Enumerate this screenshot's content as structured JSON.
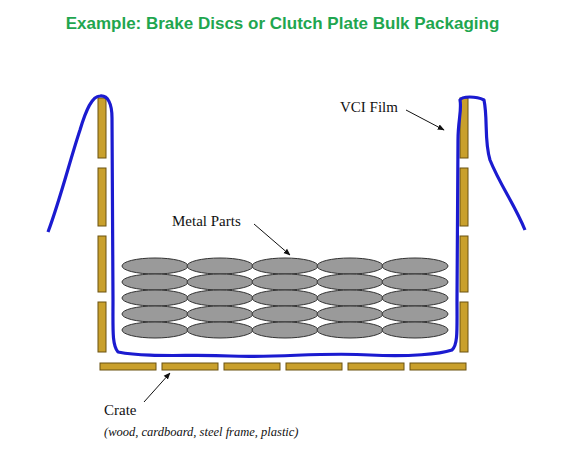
{
  "diagram": {
    "title": "Example: Brake Discs or Clutch Plate Bulk Packaging",
    "labels": [
      "VCI Film",
      "Metal Parts",
      "Crate",
      "(wood, cardboard, steel frame, plastic)"
    ]
  }
}
